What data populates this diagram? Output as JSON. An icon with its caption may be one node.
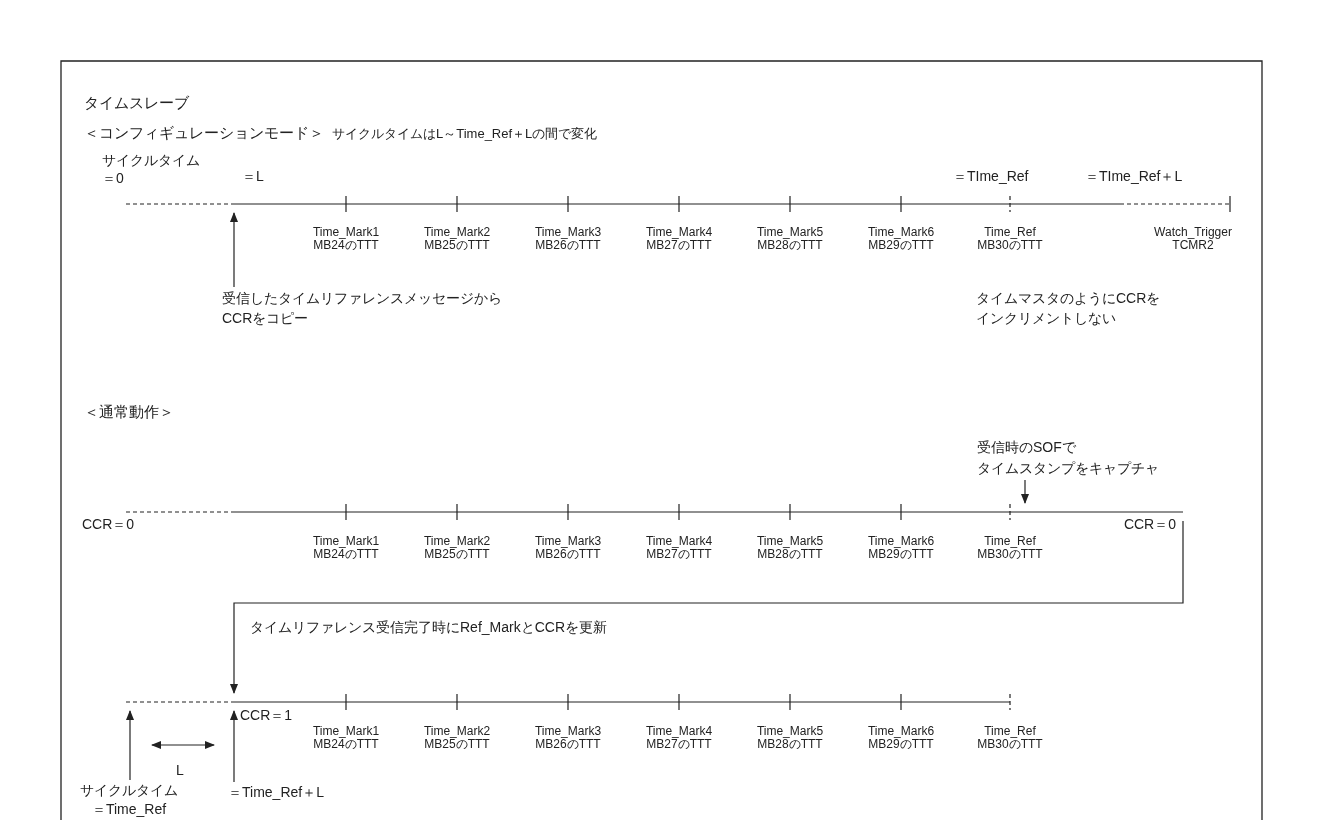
{
  "diagram": {
    "nodes": [
      {
        "text": [],
        "shape": "line",
        "beside": [
          "Time_Mark1 MB24のTTT",
          "Time_Mark2 MB25のTTT",
          "Time_Mark3 MB26のTTT",
          "Time_Mark4 MB27のTTT",
          "Time_Mark5 MB28のTTT",
          "Time_Mark6 MB29のTTT",
          "Time_Ref MB30のTTT",
          "Watch_Trigger TCMR2"
        ]
      },
      {
        "text": [
          "受信したタイムリファレンスメッセージからCCRをコピー"
        ]
      },
      {
        "text": [
          "受信時のSOFでタイムスタンプをキャプチャ"
        ]
      },
      {
        "text": [],
        "shape": "line",
        "beside": [
          "Time_Mark1 MB24のTTT",
          "Time_Mark2 MB25のTTT",
          "Time_Mark3 MB26のTTT",
          "Time_Mark4 MB27のTTT",
          "Time_Mark5 MB28のTTT",
          "Time_Mark6 MB29のTTT",
          "Time_Ref MB30のTTT"
        ]
      },
      {
        "text": [],
        "shape": "line",
        "beside": [
          "Time_Mark1 MB24のTTT",
          "Time_Mark2 MB25のTTT",
          "Time_Mark3 MB26のTTT",
          "Time_Mark4 MB27のTTT",
          "Time_Mark5 MB28のTTT",
          "Time_Mark6 MB29のTTT",
          "Time_Ref MB30のTTT"
        ]
      },
      {
        "text": [
          "サイクルタイム＝Time_Ref"
        ]
      },
      {
        "text": [
          "＝Time_Ref＋L"
        ]
      }
    ],
    "edges": [
      {
        "from": 1,
        "to": 0,
        "arrow": "to"
      },
      {
        "from": 2,
        "to": 3,
        "arrow": "to"
      },
      {
        "from": 3,
        "to": 4,
        "arrow": "to",
        "label": "タイムリファレンス受信完了時にRef_MarkとCCRを更新"
      },
      {
        "from": 5,
        "to": 4,
        "arrow": "to"
      },
      {
        "from": 6,
        "to": 4,
        "arrow": "to"
      }
    ],
    "labels": [
      "タイムスレーブ",
      "＜コンフィギュレーションモード＞",
      "サイクルタイムはL～Time_Ref＋Lの間で変化",
      "サイクルタイム＝0",
      "＝L",
      "＝TIme_Ref",
      "＝TIme_Ref＋L",
      "タイムマスタのようにCCRをインクリメントしない",
      "＜通常動作＞",
      "CCR＝0",
      "CCR＝0",
      "CCR＝1",
      "L"
    ]
  }
}
